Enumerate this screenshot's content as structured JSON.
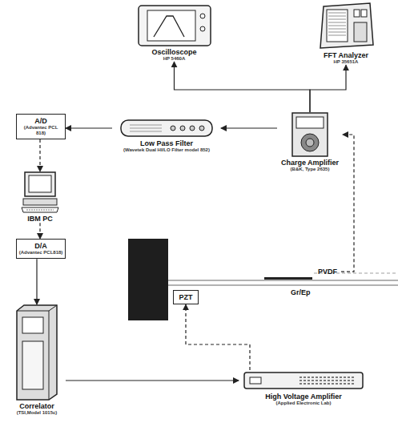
{
  "diagram": {
    "nodes": [
      {
        "text": [
          "Oscilloscope",
          "HP 5460A"
        ]
      },
      {
        "text": [
          "FFT Analyzer",
          "HP 35651A"
        ]
      },
      {
        "text": [
          "A/D",
          "(Advantec PCL 818)"
        ]
      },
      {
        "text": [
          "Low Pass Filter",
          "(Wavetek Dual HI/LO Filter model 852)"
        ]
      },
      {
        "text": [
          "Charge Amplifier",
          "(B&K, Type 2635)"
        ]
      },
      {
        "text": [
          "IBM PC"
        ]
      },
      {
        "text": [
          "D/A",
          "(Advantec PCL818)"
        ]
      },
      {
        "text": [
          "Correlator",
          "(TSI,Model 1015c)"
        ]
      },
      {
        "text": [
          "PVDF"
        ]
      },
      {
        "text": [
          "PZT"
        ]
      },
      {
        "text": [
          "High Voltage Amplifier",
          "(Applied Electronic Lab)"
        ]
      }
    ],
    "edges": [
      {
        "from": 8,
        "to": 4,
        "arrow": "to"
      },
      {
        "from": 4,
        "to": 3,
        "arrow": "to"
      },
      {
        "from": 4,
        "to": 0,
        "arrow": "to"
      },
      {
        "from": 4,
        "to": 1,
        "arrow": "to"
      },
      {
        "from": 3,
        "to": 2,
        "arrow": "to"
      },
      {
        "from": 2,
        "to": 5,
        "arrow": "to"
      },
      {
        "from": 5,
        "to": 6,
        "arrow": "to"
      },
      {
        "from": 6,
        "to": 7,
        "arrow": "to"
      },
      {
        "from": 7,
        "to": 10,
        "arrow": "to"
      },
      {
        "from": 10,
        "to": 9,
        "arrow": "to"
      }
    ],
    "labels": [
      "Gr/Ep"
    ]
  }
}
